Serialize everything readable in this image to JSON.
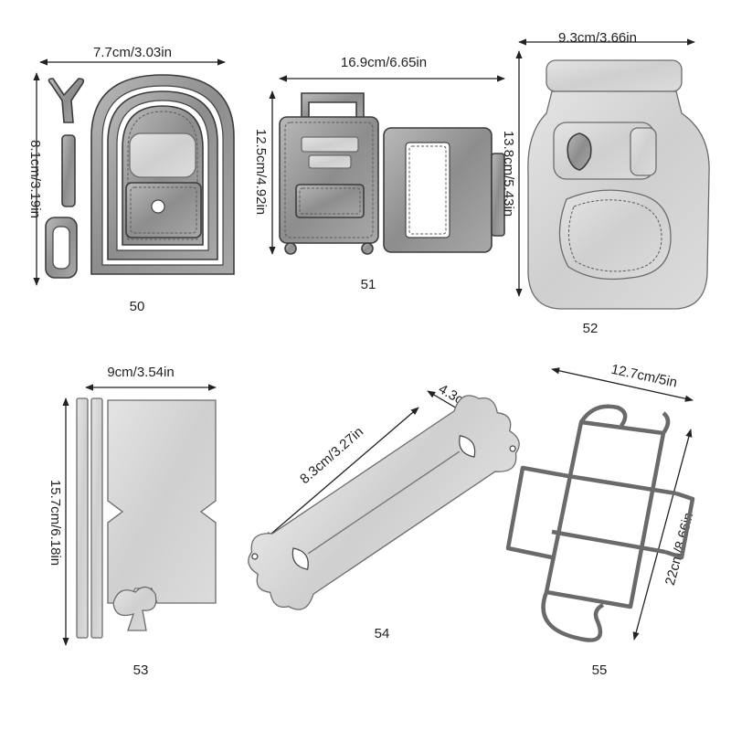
{
  "products": [
    {
      "number": "50",
      "width_label": "7.7cm/3.03in",
      "height_label": "8.1cm/3.19in"
    },
    {
      "number": "51",
      "width_label": "16.9cm/6.65in",
      "height_label": "12.5cm/4.92in"
    },
    {
      "number": "52",
      "width_label": "9.3cm/3.66in",
      "height_label": "13.8cm/5.43in"
    },
    {
      "number": "53",
      "width_label": "9cm/3.54in",
      "height_label": "15.7cm/6.18in"
    },
    {
      "number": "54",
      "width_label": "4.3cm/1.69in",
      "height_label": "8.3cm/3.27in"
    },
    {
      "number": "55",
      "width_label": "12.7cm/5in",
      "height_label": "22cm/8.66in"
    }
  ],
  "colors": {
    "metal_dark": "#8f8f8f",
    "metal_light": "#d6d6d6",
    "line": "#222222"
  }
}
